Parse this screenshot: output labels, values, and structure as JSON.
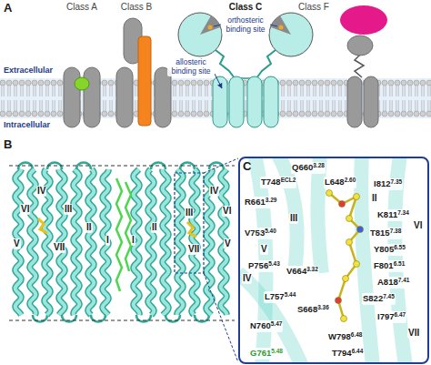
{
  "diagram": {
    "nodes": [
      {
        "text": [
          "Q6603.28",
          "T748ECL2",
          "L6482.60",
          "I8127.35",
          "R6613.29",
          "K8117.34",
          "T8157.38",
          "V7535.40",
          "Y8056.55",
          "P7565.43",
          "V6643.32",
          "F8016.51",
          "A8187.41",
          "L7575.44",
          "S8227.45",
          "S6683.36",
          "I7976.47",
          "N7605.47",
          "W7986.48",
          "G7615.48",
          "T7946.44"
        ]
      }
    ],
    "labels": [
      "A",
      "B",
      "C",
      "Class A",
      "Class B",
      "Class C",
      "Class F",
      "Extracellular",
      "Intracellular",
      "orthosteric binding site",
      "allosteric binding site",
      "IV",
      "VI",
      "III",
      "II",
      "I",
      "VII",
      "V",
      "I",
      "II",
      "III",
      "IV",
      "VI",
      "VII",
      "V",
      "II",
      "III",
      "V",
      "IV",
      "VI",
      "VII"
    ]
  }
}
